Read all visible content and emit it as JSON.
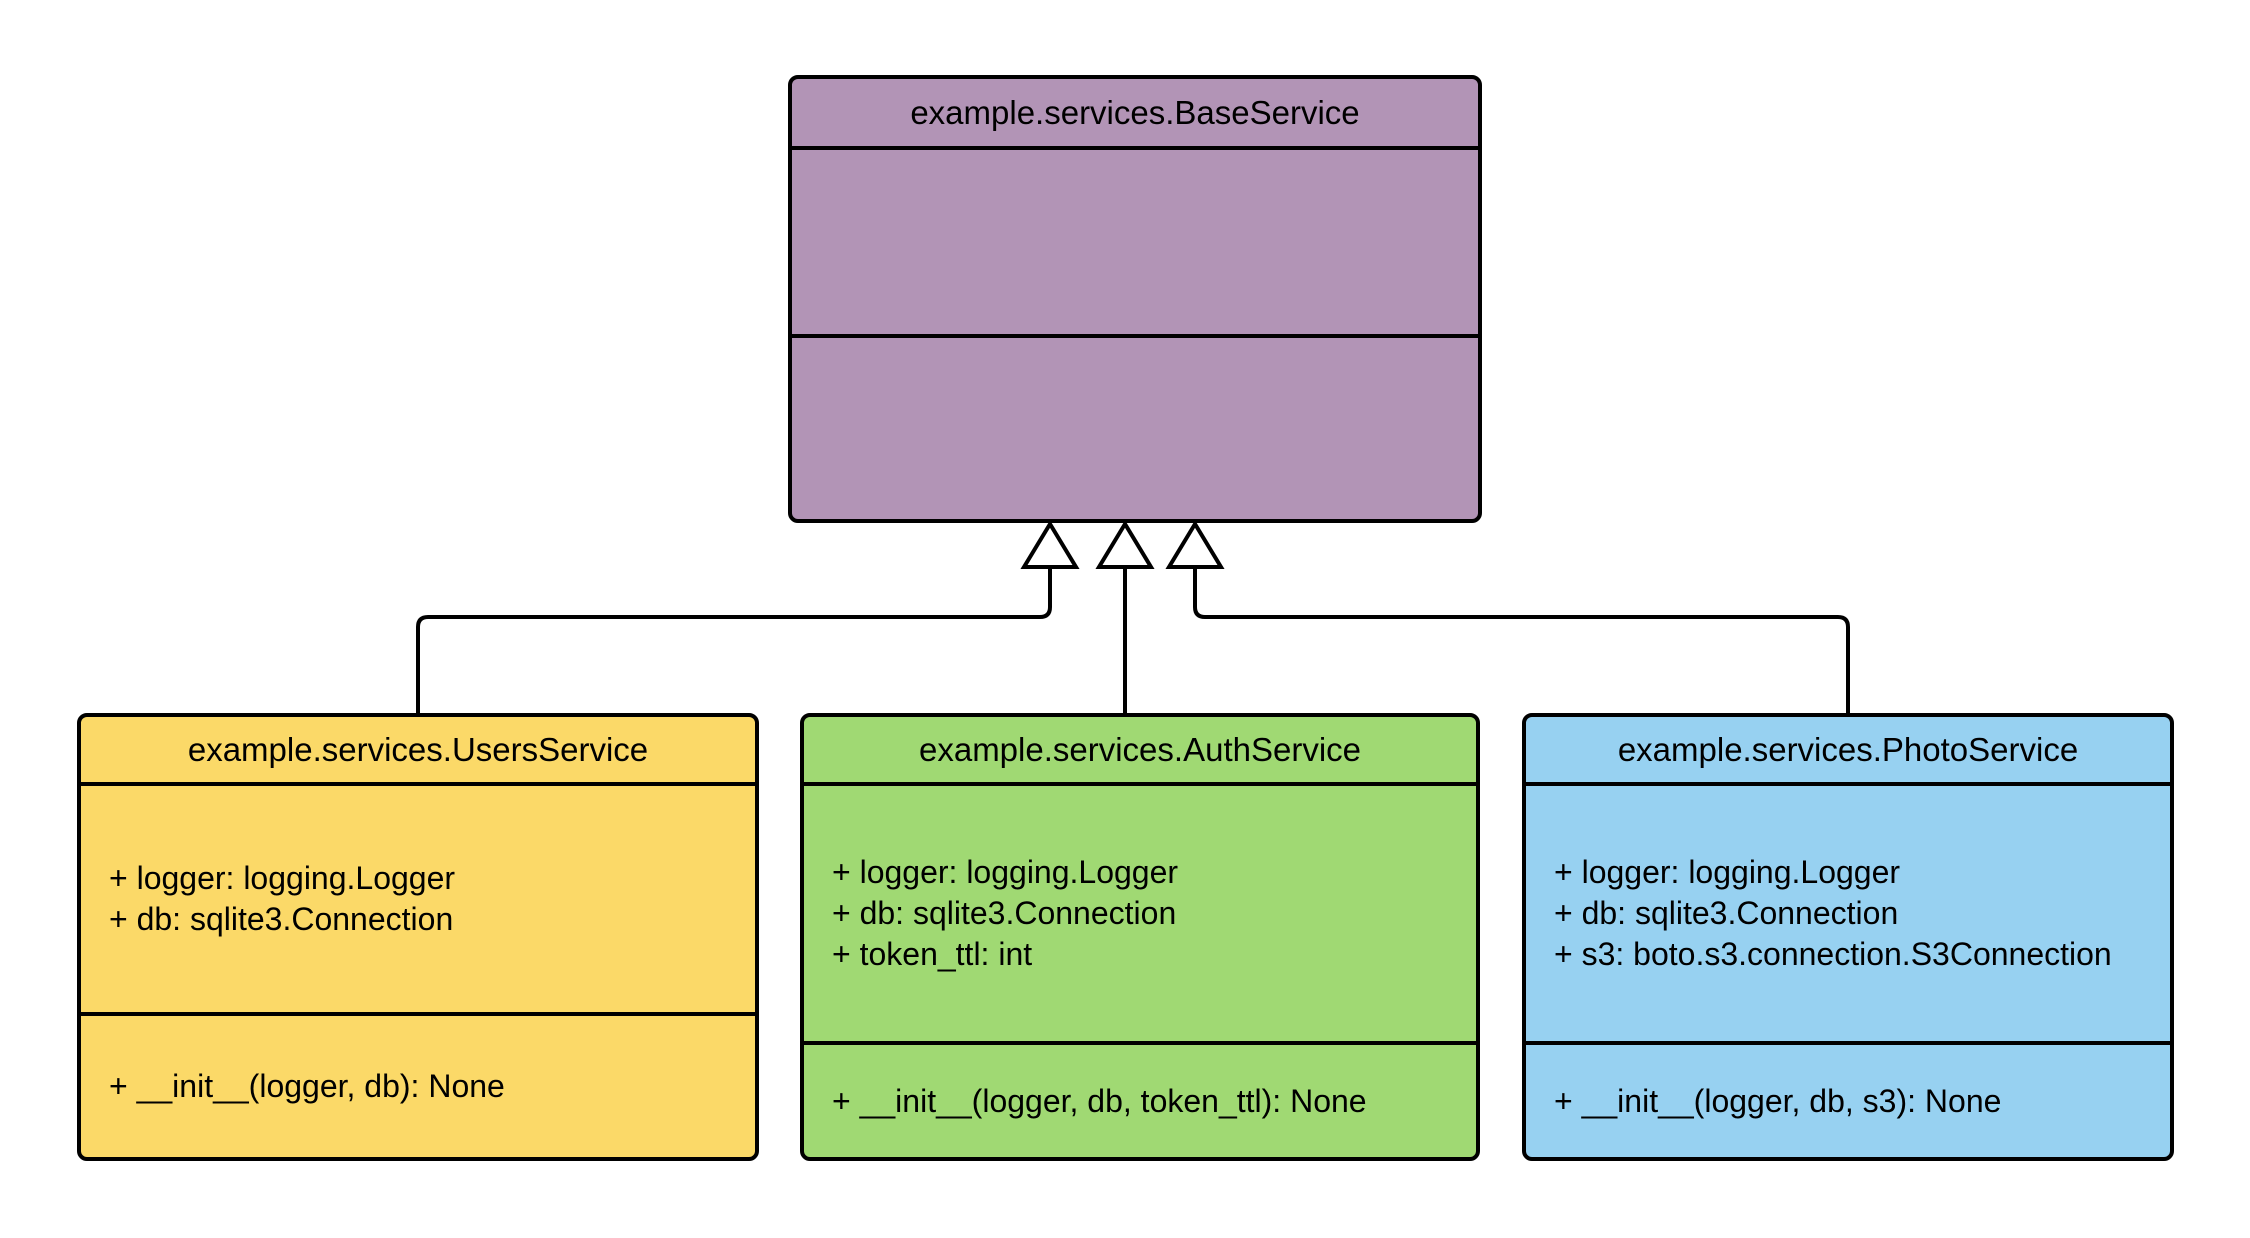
{
  "diagram": {
    "type": "uml-class-diagram",
    "background": "#ffffff",
    "line_color": "#000000",
    "classes": [
      {
        "name": "example.services.BaseService",
        "fill": "#b294b6",
        "attributes": [],
        "methods": []
      },
      {
        "name": "example.services.UsersService",
        "fill": "#fbd968",
        "attributes": [
          "+ logger: logging.Logger",
          "+ db: sqlite3.Connection"
        ],
        "methods": [
          "+ __init__(logger, db): None"
        ]
      },
      {
        "name": "example.services.AuthService",
        "fill": "#a0d973",
        "attributes": [
          "+ logger: logging.Logger",
          "+ db: sqlite3.Connection",
          "+ token_ttl: int"
        ],
        "methods": [
          "+ __init__(logger, db, token_ttl): None"
        ]
      },
      {
        "name": "example.services.PhotoService",
        "fill": "#97d1f1",
        "attributes": [
          "+ logger: logging.Logger",
          "+ db: sqlite3.Connection",
          "+ s3: boto.s3.connection.S3Connection"
        ],
        "methods": [
          "+ __init__(logger, db, s3): None"
        ]
      }
    ],
    "relations": [
      {
        "from": "example.services.UsersService",
        "to": "example.services.BaseService",
        "type": "inheritance"
      },
      {
        "from": "example.services.AuthService",
        "to": "example.services.BaseService",
        "type": "inheritance"
      },
      {
        "from": "example.services.PhotoService",
        "to": "example.services.BaseService",
        "type": "inheritance"
      }
    ]
  }
}
